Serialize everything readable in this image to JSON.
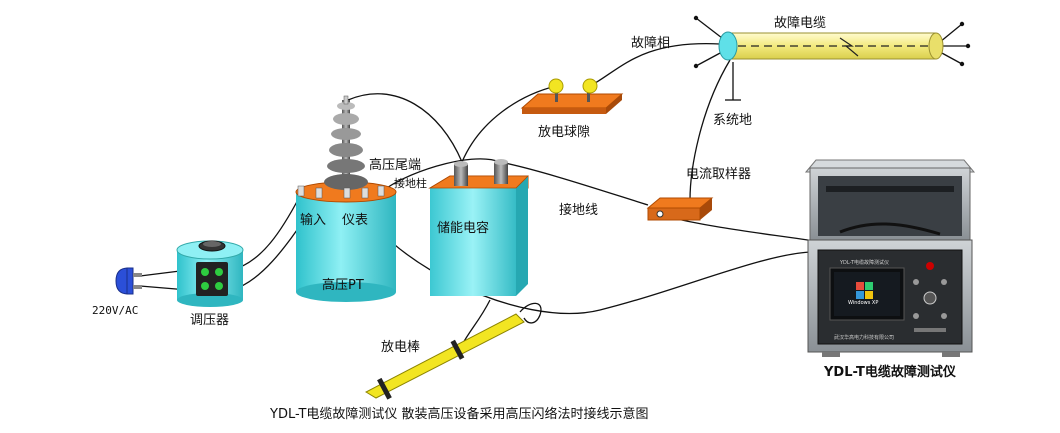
{
  "labels": {
    "source_voltage": "220V/AC",
    "regulator": "调压器",
    "input": "输入",
    "meter": "仪表",
    "pt": "高压PT",
    "hv_tail": "高压尾端",
    "ground_post": "接地柱",
    "capacitor": "储能电容",
    "sphere_gap": "放电球隙",
    "fault_phase": "故障相",
    "fault_cable": "故障电缆",
    "system_ground": "系统地",
    "current_sampler": "电流取样器",
    "ground_wire": "接地线",
    "discharge_rod": "放电棒",
    "instrument_name": "YDL-T电缆故障测试仪",
    "caption": "YDL-T电缆故障测试仪 散装高压设备采用高压闪络法时接线示意图"
  },
  "screen": {
    "os_text": "Windows XP",
    "header_text": "YDL-T电缆故障测试仪",
    "footer_text": "武汉华高电力科技有限公司"
  },
  "colors": {
    "cyan": "#5fe0e8",
    "orange": "#f07a1e",
    "cable_yellow": "#f6ef8c",
    "rod_yellow": "#f2e522",
    "wire": "#111111"
  }
}
